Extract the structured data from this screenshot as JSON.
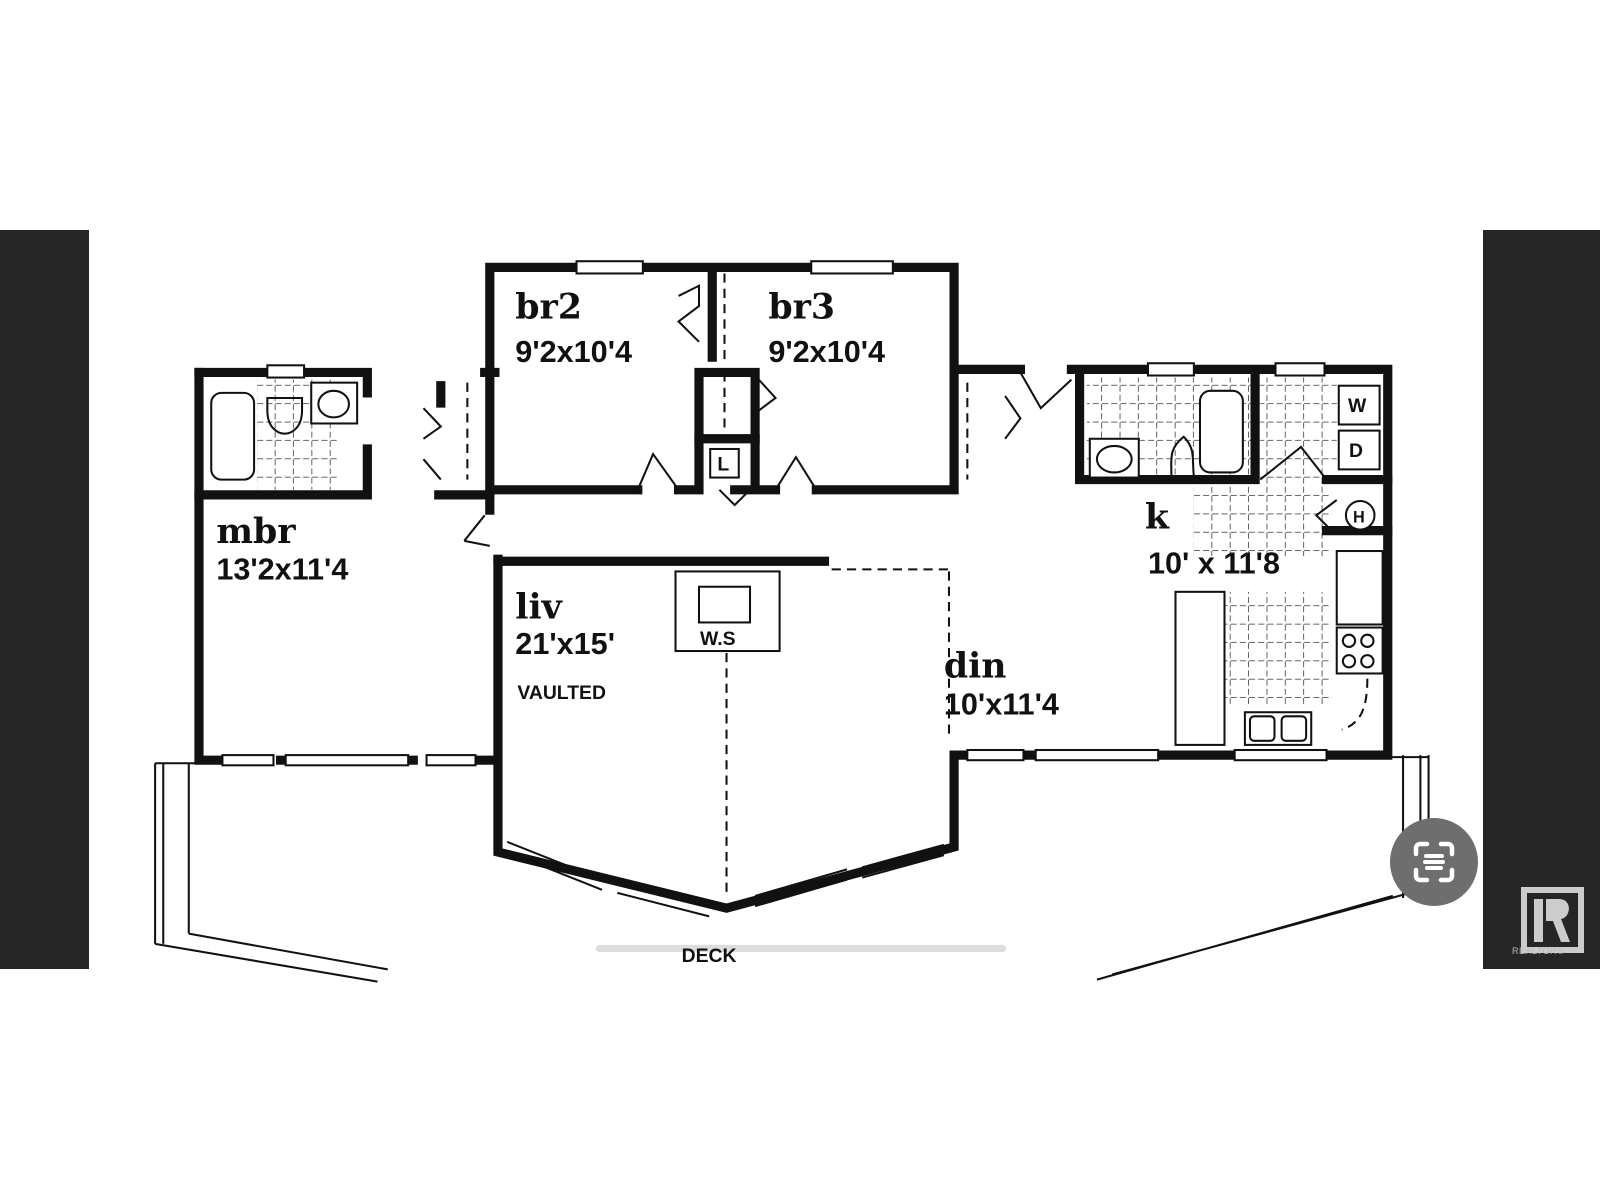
{
  "rooms": {
    "mbr": {
      "name": "mbr",
      "size": "13'2x11'4"
    },
    "br2": {
      "name": "br2",
      "size": "9'2x10'4"
    },
    "br3": {
      "name": "br3",
      "size": "9'2x10'4"
    },
    "liv": {
      "name": "liv",
      "size": "21'x15'",
      "note": "VAULTED"
    },
    "din": {
      "name": "din",
      "size": "10'x11'4"
    },
    "k": {
      "name": "k",
      "size": "10' x 11'8"
    },
    "deck": {
      "name": "DECK"
    }
  },
  "fixtures": {
    "ws": "W.S",
    "linen": "L",
    "washer": "W",
    "dryer": "D",
    "heater": "H"
  },
  "overlay": {
    "scan_icon": "text-scan-icon",
    "logo_text": "REALTOR®",
    "logo_letter": "R"
  },
  "colors": {
    "band": "#262626",
    "line": "#111111",
    "scan_button": "#6e6e6e"
  }
}
